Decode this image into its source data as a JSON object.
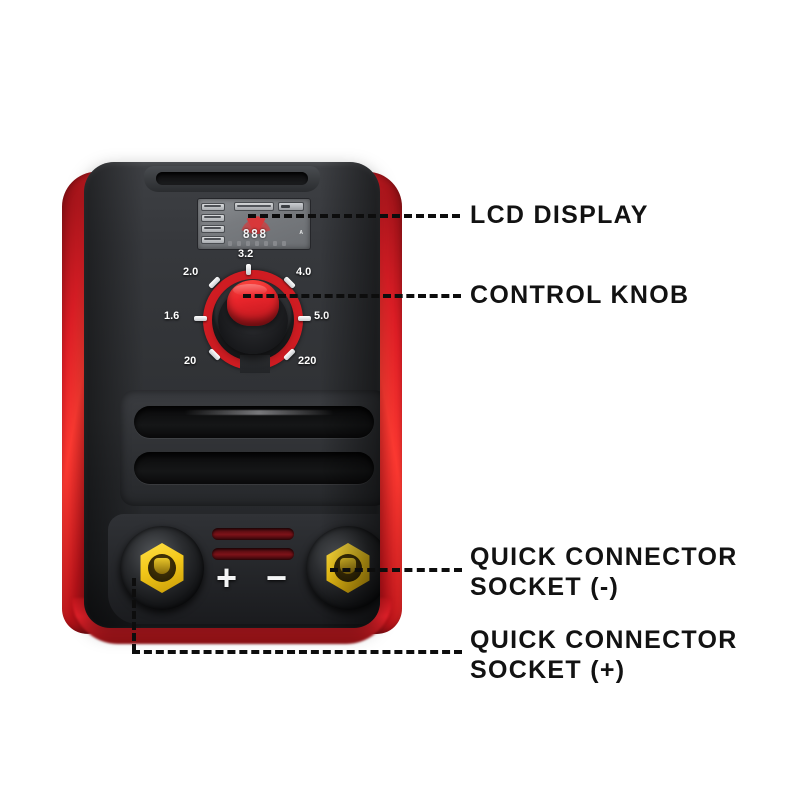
{
  "diagram": {
    "subject": "inverter arc welding machine front panel",
    "background_color": "#ffffff"
  },
  "callouts": [
    {
      "id": "lcd",
      "label": "LCD DISPLAY"
    },
    {
      "id": "knob",
      "label": "CONTROL KNOB"
    },
    {
      "id": "socket_neg",
      "label": "QUICK CONNECTOR\nSOCKET (-)"
    },
    {
      "id": "socket_pos",
      "label": "QUICK CONNECTOR\nSOCKET (+)"
    }
  ],
  "lcd": {
    "digits": "888",
    "unit": "A",
    "gauge_color": "#d8383a",
    "screen_color": "#7b7e82"
  },
  "knob": {
    "marks": [
      {
        "value": "2.0"
      },
      {
        "value": "3.2"
      },
      {
        "value": "4.0"
      },
      {
        "value": "1.6"
      },
      {
        "value": "5.0"
      },
      {
        "value": "20"
      },
      {
        "value": "220"
      }
    ],
    "knob_color": "#e9252b",
    "ring_color": "#cf1c22"
  },
  "sockets": {
    "positive_sign": "+",
    "negative_sign": "−",
    "hex_color": "#f3c81a"
  },
  "colors": {
    "body_dark": "#2f3134",
    "trim_red": "#e01e26",
    "text": "#121212"
  }
}
